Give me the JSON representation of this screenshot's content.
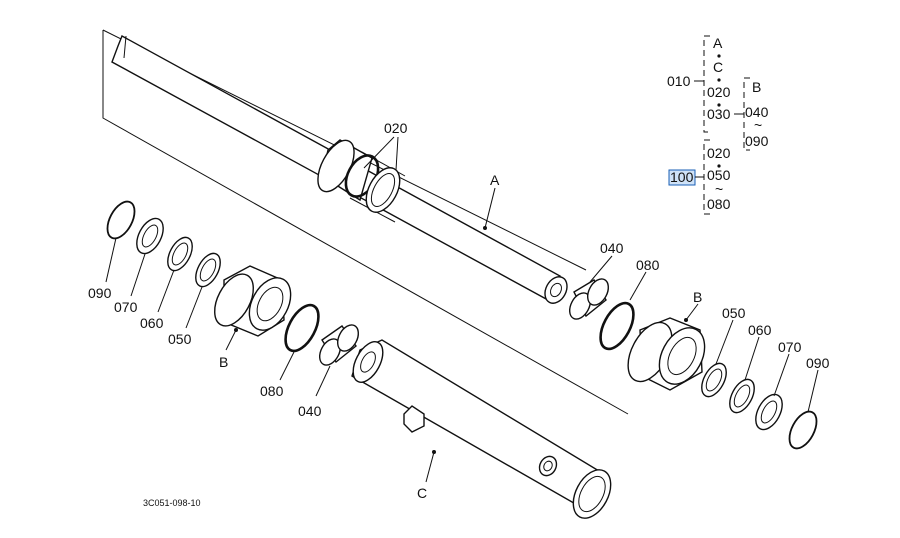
{
  "diagram": {
    "code": "3C051-098-10",
    "labels": {
      "rod_020": "020",
      "a": "A",
      "b_right": "B",
      "b_left": "B",
      "c": "C",
      "l_090": "090",
      "l_070": "070",
      "l_060": "060",
      "l_050": "050",
      "l_080": "080",
      "l_040": "040",
      "r_040": "040",
      "r_080": "080",
      "r_050": "050",
      "r_060": "060",
      "r_070": "070",
      "r_090": "090"
    }
  },
  "legend": {
    "a": "A",
    "c": "C",
    "b": "B",
    "p010": "010",
    "p020a": "020",
    "p030": "030",
    "p040": "040",
    "tilde1": "~",
    "p090": "090",
    "p020b": "020",
    "p100": "100",
    "p050": "050",
    "tilde2": "~",
    "p080": "080"
  }
}
